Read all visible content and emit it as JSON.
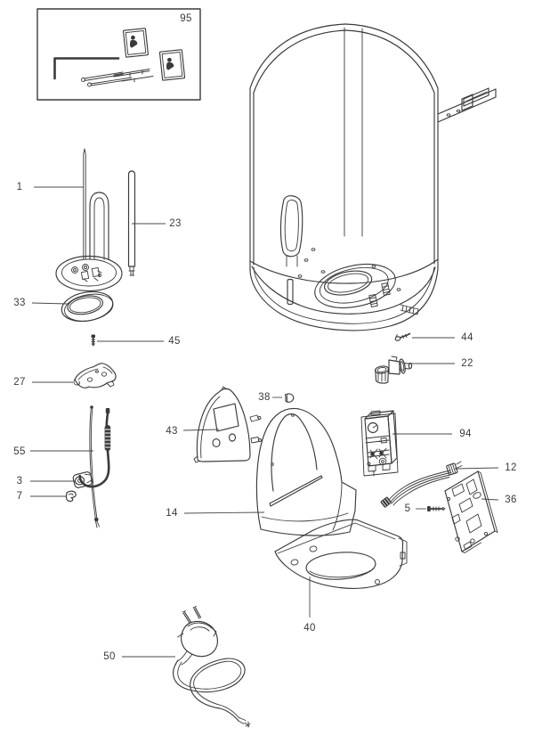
{
  "diagram": {
    "kind": "exploded-parts-diagram",
    "background_color": "#ffffff",
    "line_color": "#3a3a3a",
    "label_color": "#3a3a3a"
  },
  "part_numbers": {
    "kit_box": "95",
    "heating_element": "1",
    "anode_rod": "23",
    "flange_gasket": "33",
    "earth_screw": "45",
    "flange_clamp": "27",
    "thermostat_probe": "55",
    "cable_gland": "3",
    "retaining_clip": "7",
    "button_cap": "38",
    "support_plate": "43",
    "plastic_cover": "14",
    "thermostat": "94",
    "wiring_harness": "12",
    "fixing_screw": "5",
    "control_board": "36",
    "screw_washer": "44",
    "union_fitting": "22",
    "bottom_plate": "40",
    "power_cord": "50"
  }
}
